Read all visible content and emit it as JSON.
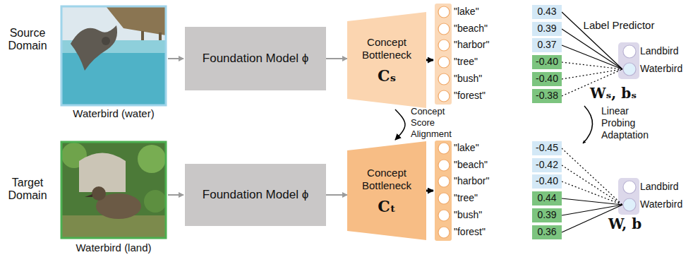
{
  "diagram": {
    "nodes": [
      {
        "text": [
          "Foundation Model ϕ"
        ]
      },
      {
        "text": [
          "Concept Bottleneck",
          "Cₛ"
        ]
      },
      {
        "text": [
          "\"lake\""
        ]
      },
      {
        "text": [
          "\"beach\""
        ]
      },
      {
        "text": [
          "\"harbor\""
        ]
      },
      {
        "text": [
          "\"tree\""
        ]
      },
      {
        "text": [
          "\"bush\""
        ]
      },
      {
        "text": [
          "\"forest\""
        ]
      },
      {
        "text": [
          "0.43"
        ]
      },
      {
        "text": [
          "0.39"
        ]
      },
      {
        "text": [
          "0.37"
        ]
      },
      {
        "text": [
          "-0.40"
        ]
      },
      {
        "text": [
          "-0.40"
        ]
      },
      {
        "text": [
          "-0.38"
        ]
      },
      {
        "text": [
          "Landbird"
        ]
      },
      {
        "text": [
          "Waterbird"
        ]
      },
      {
        "text": [
          "Foundation Model ϕ"
        ]
      },
      {
        "text": [
          "Concept Bottleneck",
          "Cₜ"
        ]
      },
      {
        "text": [
          "\"lake\""
        ]
      },
      {
        "text": [
          "\"beach\""
        ]
      },
      {
        "text": [
          "\"harbor\""
        ]
      },
      {
        "text": [
          "\"tree\""
        ]
      },
      {
        "text": [
          "\"bush\""
        ]
      },
      {
        "text": [
          "\"forest\""
        ]
      },
      {
        "text": [
          "-0.45"
        ]
      },
      {
        "text": [
          "-0.42"
        ]
      },
      {
        "text": [
          "-0.40"
        ]
      },
      {
        "text": [
          "0.44"
        ]
      },
      {
        "text": [
          "0.39"
        ]
      },
      {
        "text": [
          "0.36"
        ]
      },
      {
        "text": [
          "Landbird"
        ]
      },
      {
        "text": [
          "Waterbird"
        ]
      }
    ],
    "edges": [
      {
        "from": 0,
        "to": 1,
        "arrow": "to"
      },
      {
        "from": 16,
        "to": 17,
        "arrow": "to"
      },
      {
        "from": 1,
        "to": 17,
        "label": "Concept Score Alignment",
        "arrow": "to"
      },
      {
        "from": 8,
        "to": 15,
        "arrow": "none"
      },
      {
        "from": 9,
        "to": 15,
        "arrow": "none"
      },
      {
        "from": 10,
        "to": 15,
        "arrow": "none"
      },
      {
        "from": 11,
        "to": 15,
        "arrow": "none"
      },
      {
        "from": 12,
        "to": 15,
        "arrow": "none"
      },
      {
        "from": 13,
        "to": 15,
        "arrow": "none"
      },
      {
        "from": 24,
        "to": 31,
        "arrow": "none"
      },
      {
        "from": 25,
        "to": 31,
        "arrow": "none"
      },
      {
        "from": 26,
        "to": 31,
        "arrow": "none"
      },
      {
        "from": 27,
        "to": 31,
        "arrow": "none"
      },
      {
        "from": 28,
        "to": 31,
        "arrow": "none"
      },
      {
        "from": 29,
        "to": 31,
        "arrow": "none"
      }
    ],
    "labels": [
      "Source Domain",
      "Waterbird (water)",
      "Target Domain",
      "Waterbird (land)",
      "Label Predictor",
      "Wₛ, bₛ",
      "Linear Probing Adaptation",
      "W, b"
    ]
  }
}
